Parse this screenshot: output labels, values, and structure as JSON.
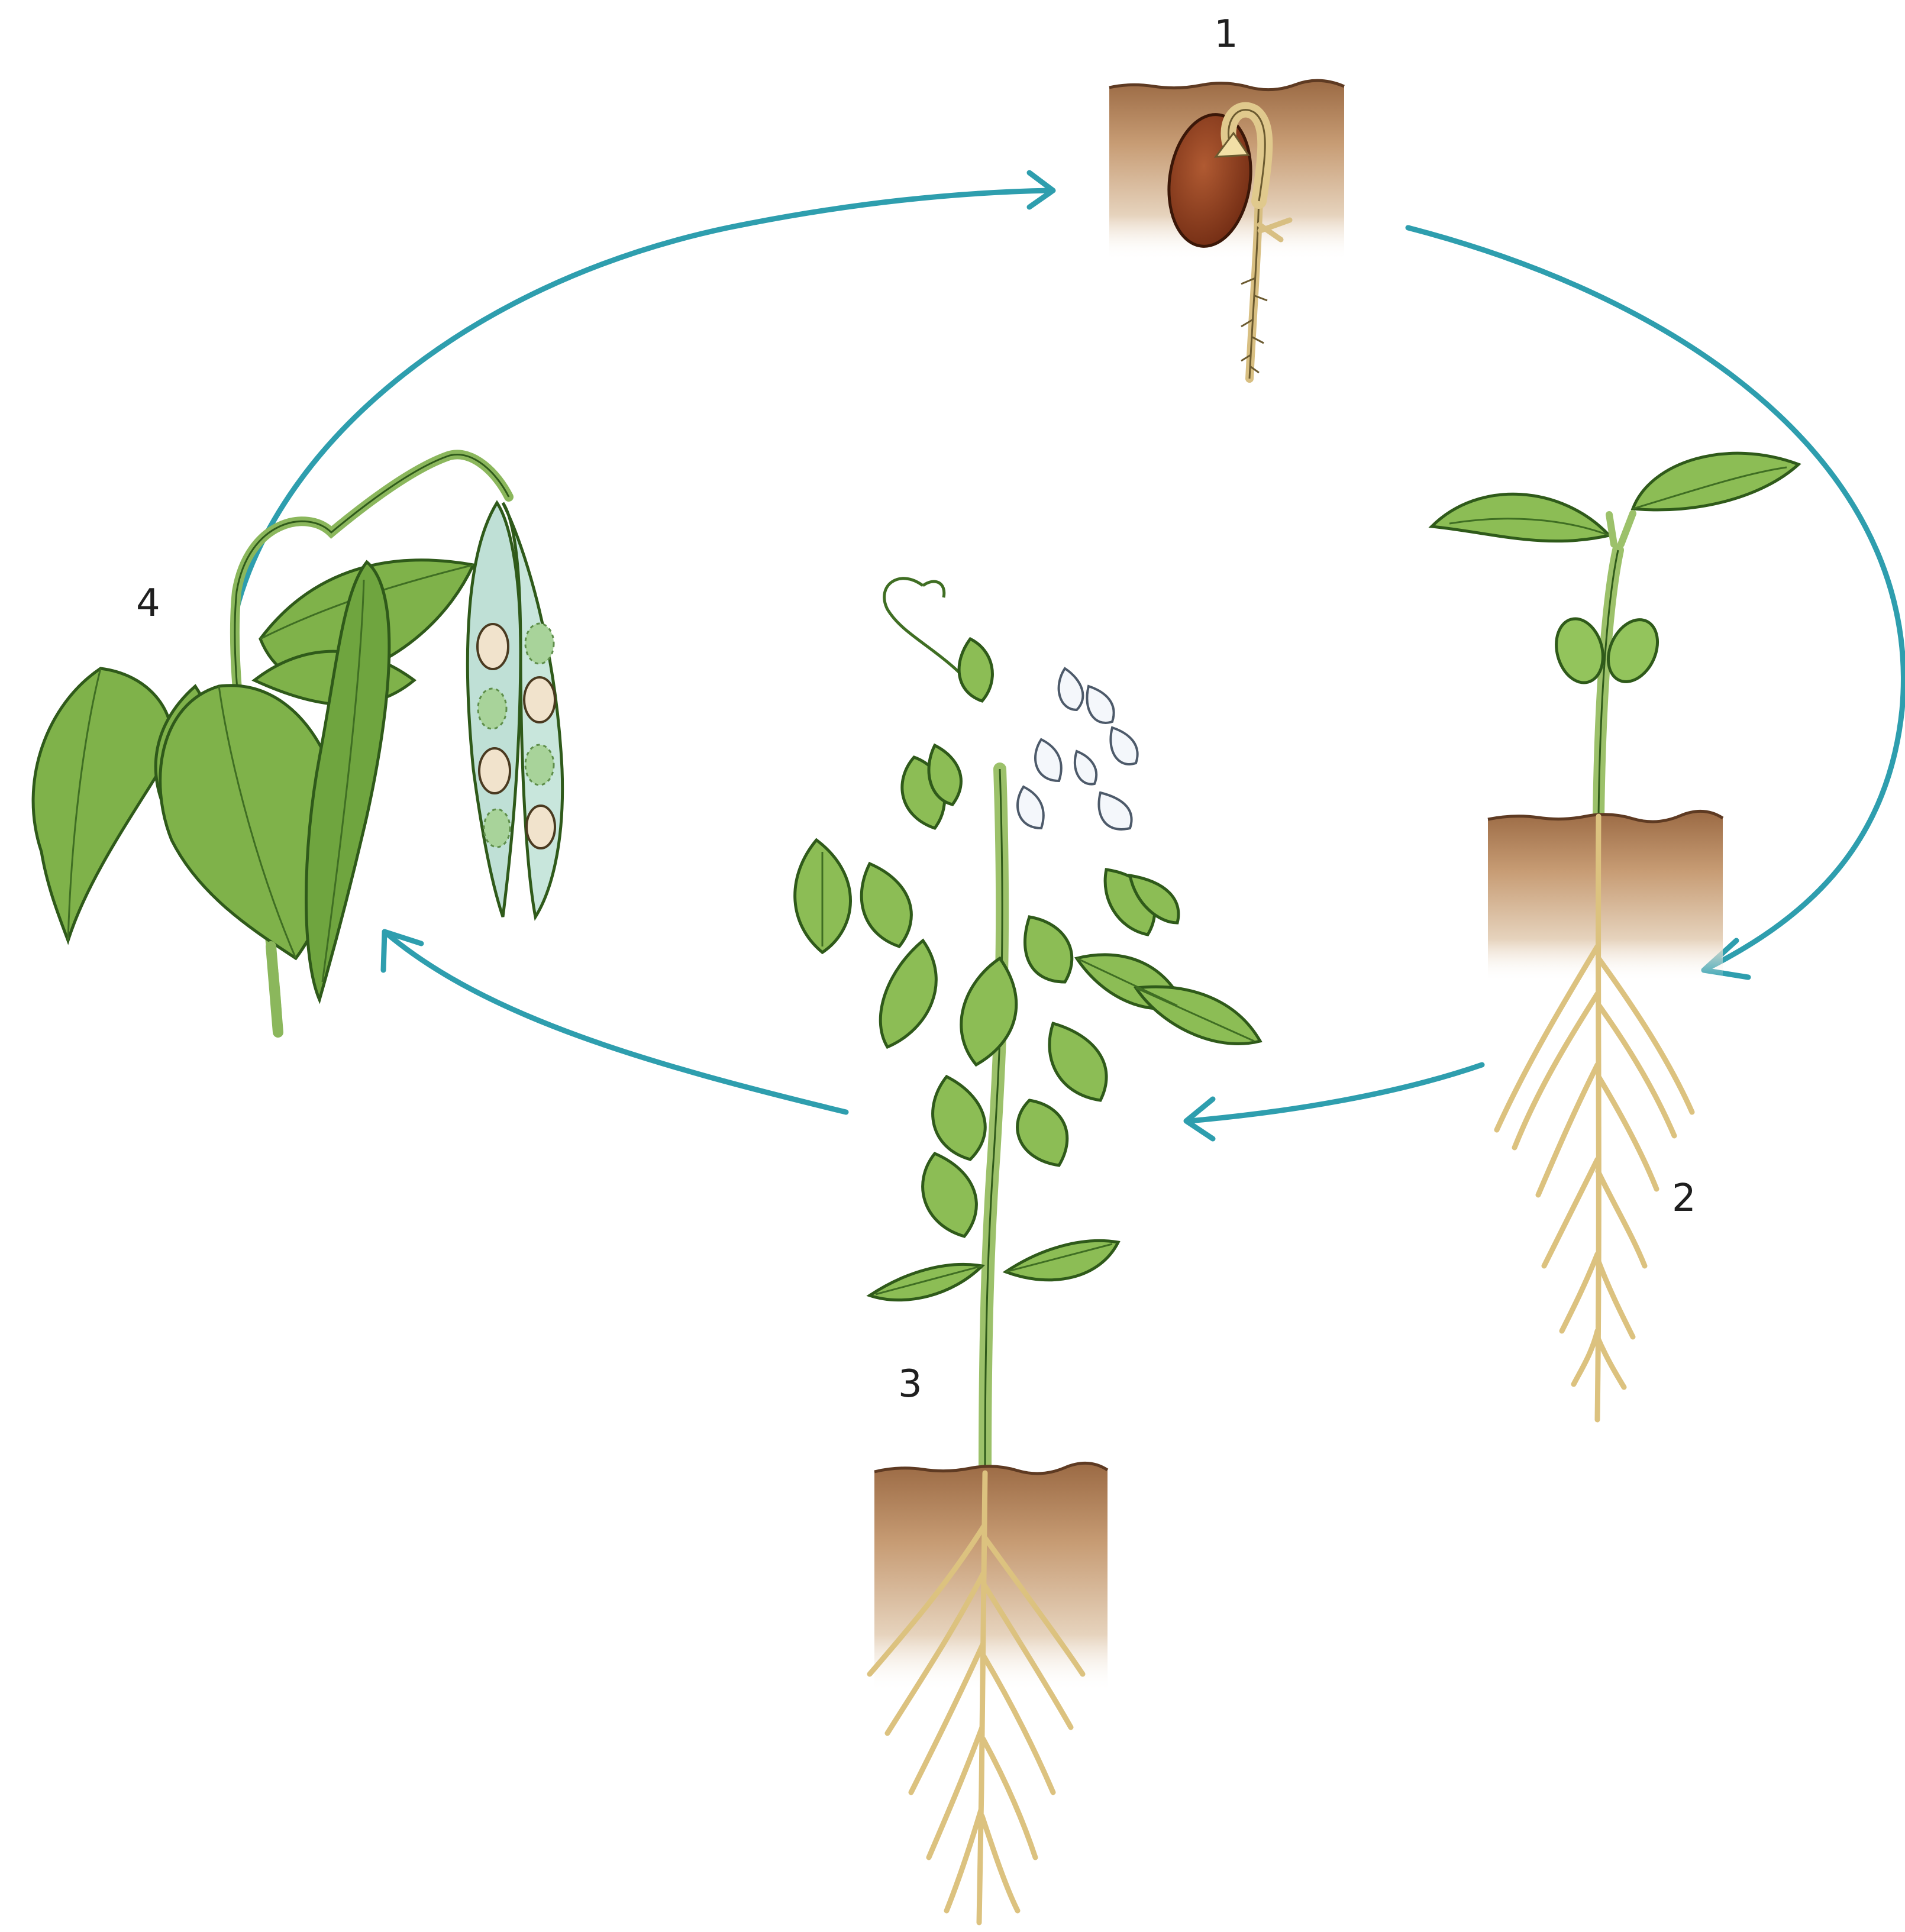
{
  "labels": {
    "stage_1": "1",
    "stage_2": "2",
    "stage_3": "3",
    "stage_4": "4"
  },
  "colors": {
    "cycle_arrow": "#2e9eae",
    "soil_top": "#9b6a44",
    "soil_bottom": "#f1e6d8",
    "seed": "#8a3a1c",
    "leaf": "#7fb24a",
    "leaf_dark": "#3f6e23",
    "stem": "#9cc16a",
    "root": "#e2c98a",
    "pod_open": "#bfe0d6",
    "bean": "#f1e3cc",
    "flower": "#f4f7fb"
  },
  "icons": {
    "stage_1": "germinating-seed-icon",
    "stage_2": "seedling-icon",
    "stage_3": "flowering-plant-icon",
    "stage_4": "bean-pods-icon"
  }
}
